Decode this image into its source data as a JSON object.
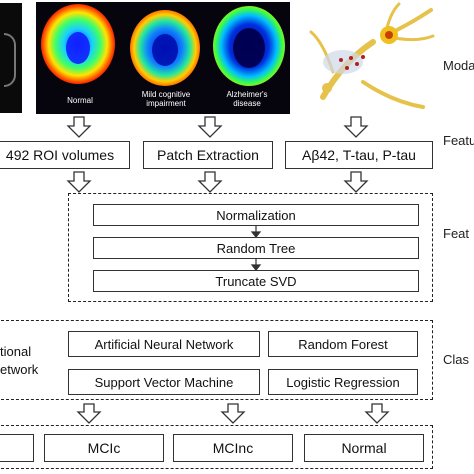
{
  "modality": {
    "label": "Moda",
    "brain_labels": {
      "normal": "Normal",
      "mci": "Mild cognitive impairment",
      "ad": "Alzheimer's disease"
    }
  },
  "features": {
    "label": "Featu",
    "roi": "492 ROI volumes",
    "patch": "Patch Extraction",
    "csf": "Aβ42, T-tau, P-tau"
  },
  "feature_processing": {
    "label": "Feat",
    "steps": [
      "Normalization",
      "Random Tree",
      "Truncate SVD"
    ]
  },
  "classifier": {
    "label": "Clas",
    "left_text_1": "tional",
    "left_text_2": "etwork",
    "ann": "Artificial Neural Network",
    "rf": "Random Forest",
    "svm": "Support Vector Machine",
    "lr": "Logistic Regression"
  },
  "outputs": [
    "MCIc",
    "MCInc",
    "Normal"
  ],
  "colors": {
    "pet_dark": "#06040c",
    "border": "#333333"
  }
}
